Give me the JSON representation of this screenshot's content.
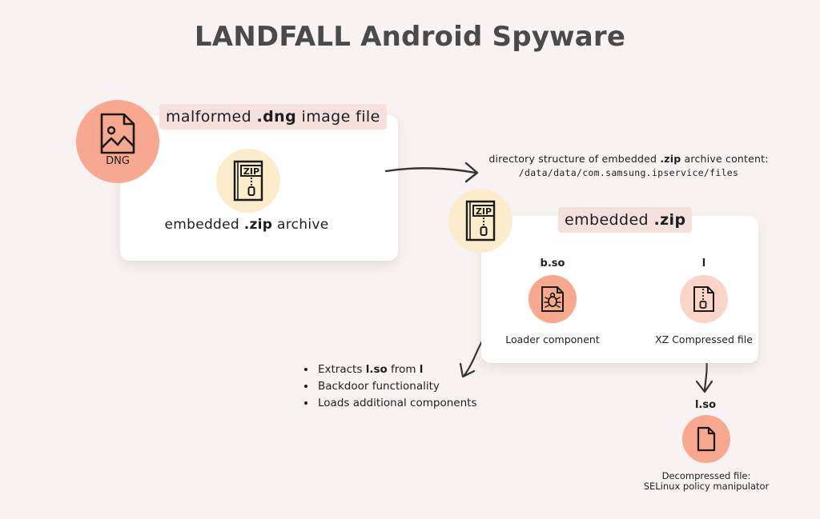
{
  "title": "LANDFALL Android Spyware",
  "dng_card": {
    "label_prefix": "malformed ",
    "label_bold": ".dng",
    "label_suffix": " image file",
    "dng_icon_text": "DNG",
    "zip_icon_text": "ZIP",
    "zip_caption_prefix": "embedded ",
    "zip_caption_bold": ".zip",
    "zip_caption_suffix": " archive"
  },
  "directory_note": {
    "line1_prefix": "directory structure of embedded ",
    "line1_bold": ".zip",
    "line1_suffix": " archive content:",
    "line2": "/data/data/com.samsung.ipservice/files"
  },
  "zip_card": {
    "zip_icon_text": "ZIP",
    "label_prefix": "embedded ",
    "label_bold": ".zip",
    "b_so": {
      "name": "b.so",
      "caption": "Loader component"
    },
    "l": {
      "name": "l",
      "caption": "XZ Compressed file"
    }
  },
  "bullets": {
    "item1_prefix": "Extracts ",
    "item1_bold1": "l.so",
    "item1_mid": " from ",
    "item1_bold2": "l",
    "item2": "Backdoor functionality",
    "item3": "Loads additional components"
  },
  "lso": {
    "name": "l.so",
    "caption_line1": "Decompressed file:",
    "caption_line2": "SELinux policy manipulator"
  },
  "colors": {
    "background": "#f8f3f2",
    "salmon": "#f7a88e",
    "cream": "#fbeccc",
    "pink": "#fbd4c8",
    "pill": "#f5e1dc",
    "title": "#4a4a4a"
  }
}
